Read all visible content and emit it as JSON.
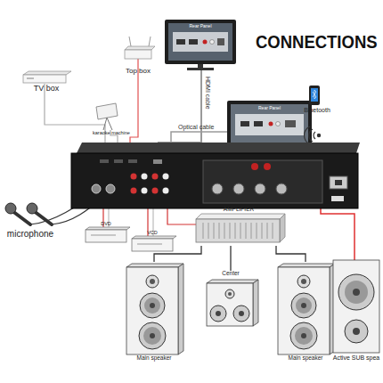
{
  "diagram": {
    "title": "CONNECTIONS",
    "nodes": [
      {
        "text": [
          "Top box"
        ]
      },
      {
        "text": [
          "Rear Panel"
        ]
      },
      {
        "text": [
          "TV box"
        ]
      },
      {
        "text": [
          "karaoke machine"
        ]
      },
      {
        "text": [
          "Rear Panel"
        ]
      },
      {
        "text": [
          "Bluetooth"
        ]
      },
      {
        "text": [
          "microphone"
        ]
      },
      {
        "text": [
          "DVD"
        ]
      },
      {
        "text": [
          "VCD"
        ]
      },
      {
        "text": [
          "AMPLIFIER"
        ]
      },
      {
        "text": [
          "Main speaker"
        ]
      },
      {
        "text": [
          "Center"
        ]
      },
      {
        "text": [
          "Main speaker"
        ]
      },
      {
        "text": [
          "Active SUB spea"
        ]
      }
    ],
    "edges": [
      {
        "from": 9,
        "to": 10,
        "arrow": "none"
      },
      {
        "from": 9,
        "to": 11,
        "arrow": "none"
      },
      {
        "from": 9,
        "to": 12,
        "arrow": "none"
      }
    ],
    "labels": [
      "HDMI cable",
      "Optical cable"
    ]
  }
}
